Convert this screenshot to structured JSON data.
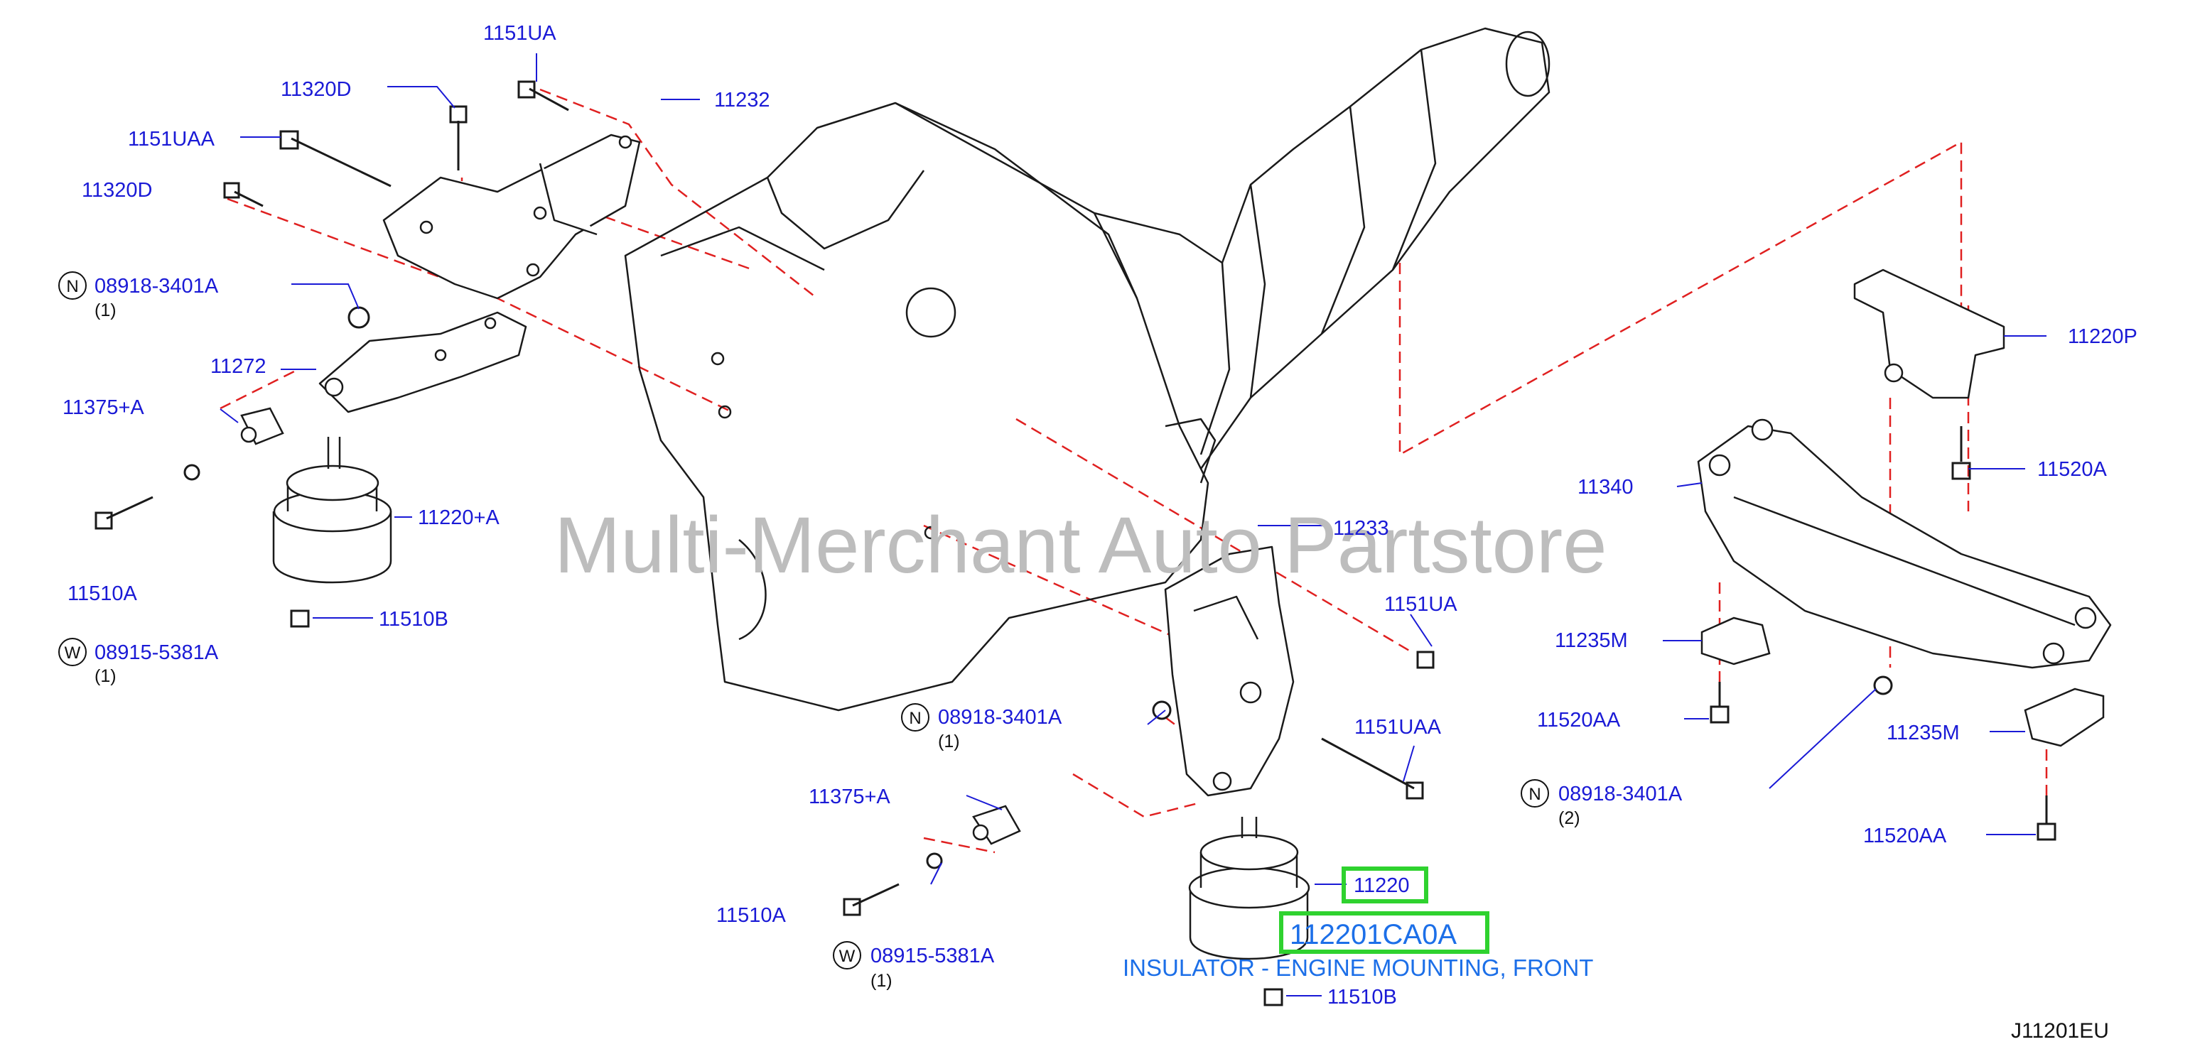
{
  "watermark": "Multi-Merchant Auto Partstore",
  "highlight": {
    "part_number": "112201CA0A",
    "description": "INSULATOR - ENGINE MOUNTING, FRONT"
  },
  "diagram_code": "J11201EU",
  "callouts": [
    {
      "id": "l01",
      "text": "1151UA"
    },
    {
      "id": "l02",
      "text": "11320D"
    },
    {
      "id": "l03",
      "text": "11232"
    },
    {
      "id": "l04",
      "text": "1151UAA"
    },
    {
      "id": "l05",
      "text": "11320D"
    },
    {
      "id": "l06",
      "text": "08918-3401A"
    },
    {
      "id": "l07",
      "text": "11272"
    },
    {
      "id": "l08",
      "text": "11375+A"
    },
    {
      "id": "l09",
      "text": "11220+A"
    },
    {
      "id": "l10",
      "text": "11510A"
    },
    {
      "id": "l11",
      "text": "11510B"
    },
    {
      "id": "l12",
      "text": "08915-5381A"
    },
    {
      "id": "l13",
      "text": "11233"
    },
    {
      "id": "l14",
      "text": "1151UA"
    },
    {
      "id": "l15",
      "text": "08918-3401A"
    },
    {
      "id": "l16",
      "text": "1151UAA"
    },
    {
      "id": "l17",
      "text": "11375+A"
    },
    {
      "id": "l18",
      "text": "11220"
    },
    {
      "id": "l19",
      "text": "11510A"
    },
    {
      "id": "l20",
      "text": "08915-5381A"
    },
    {
      "id": "l21",
      "text": "11510B"
    },
    {
      "id": "l22",
      "text": "11220P"
    },
    {
      "id": "l23",
      "text": "11520A"
    },
    {
      "id": "l24",
      "text": "11340"
    },
    {
      "id": "l25",
      "text": "11235M"
    },
    {
      "id": "l26",
      "text": "11520AA"
    },
    {
      "id": "l27",
      "text": "11235M"
    },
    {
      "id": "l28",
      "text": "08918-3401A"
    },
    {
      "id": "l29",
      "text": "11520AA"
    }
  ],
  "quantities": [
    {
      "id": "q1",
      "text": "(1)"
    },
    {
      "id": "q2",
      "text": "(1)"
    },
    {
      "id": "q3",
      "text": "(1)"
    },
    {
      "id": "q4",
      "text": "(1)"
    },
    {
      "id": "q5",
      "text": "(2)"
    }
  ],
  "prefix_marks": [
    {
      "id": "c1",
      "text": "N"
    },
    {
      "id": "c2",
      "text": "W"
    },
    {
      "id": "c3",
      "text": "N"
    },
    {
      "id": "c4",
      "text": "W"
    },
    {
      "id": "c5",
      "text": "N"
    }
  ],
  "colors": {
    "callout": "#1a1ad6",
    "line_art": "#1a1a1a",
    "dash": "#e02020",
    "highlight_box": "#2fd22f",
    "description": "#1c6fe8",
    "watermark": "#bdbdbd"
  }
}
